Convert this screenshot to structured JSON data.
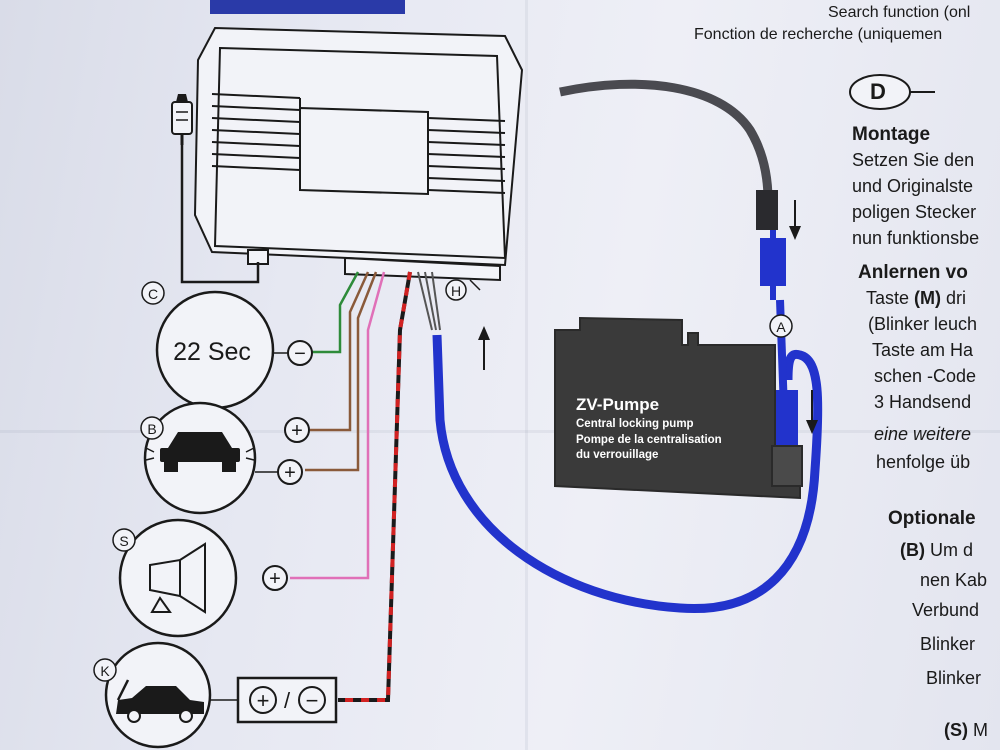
{
  "colors": {
    "wire_blue": "#2233cc",
    "pump_fill": "#3a3a3a",
    "green_wire": "#2e8b3a",
    "brown_wire": "#8a5a3a",
    "pink_wire": "#e070b8",
    "red_wire": "#d22222",
    "ink": "#1a1a1a"
  },
  "header": {
    "line1": "Search function (onl",
    "line2": "Fonction de recherche (uniquemen"
  },
  "section_d": {
    "badge": "D",
    "title": "Montage",
    "lines": [
      "Setzen Sie den",
      "und Originalste",
      "poligen Stecker",
      "nun funktionsbe"
    ]
  },
  "anlernen": {
    "title": "Anlernen vo",
    "lines": [
      {
        "pre": "Taste ",
        "key": "(M)",
        "post": " dri"
      },
      {
        "pre": "(Blinker leuch",
        "key": "",
        "post": ""
      },
      {
        "pre": "Taste am Ha",
        "key": "",
        "post": ""
      },
      {
        "pre": "schen -Code",
        "key": "",
        "post": ""
      },
      {
        "pre": "3  Handsend",
        "key": "",
        "post": ""
      }
    ],
    "italic": "eine weitere",
    "last": "henfolge üb"
  },
  "optional": {
    "title": "Optionale",
    "b_key": "(B)",
    "b_text": " Um d",
    "lines": [
      "nen Kab",
      "Verbund",
      "Blinker",
      "Blinker"
    ],
    "s_key": "(S)",
    "s_text": " M"
  },
  "pump": {
    "title": "ZV-Pumpe",
    "line_en": "Central locking pump",
    "line_fr": "Pompe de la centralisation",
    "line_fr2": "du verrouillage"
  },
  "labels": {
    "c": "C",
    "b": "B",
    "s": "S",
    "k": "K",
    "h": "H",
    "a": "A",
    "timer": "22 Sec",
    "minus": "−",
    "plus": "+",
    "plus_minus": "/"
  },
  "icons": [
    "connector-plug-icon",
    "car-front-icon",
    "horn-icon",
    "car-hood-icon",
    "arrow-down-icon",
    "arrow-up-icon"
  ]
}
